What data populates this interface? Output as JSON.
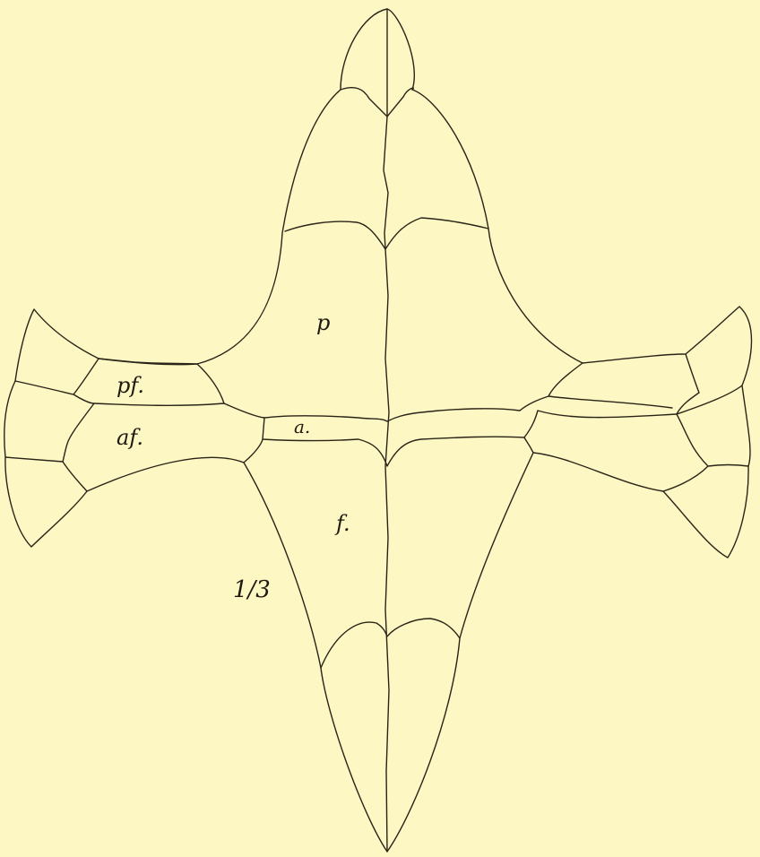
{
  "figure": {
    "background_color": "#fdf7c4",
    "line_color": "#2a2418",
    "labels": {
      "p": "p",
      "pf": "pf.",
      "af": "af.",
      "a": "a.",
      "f": "f."
    },
    "scale": "1/3"
  }
}
